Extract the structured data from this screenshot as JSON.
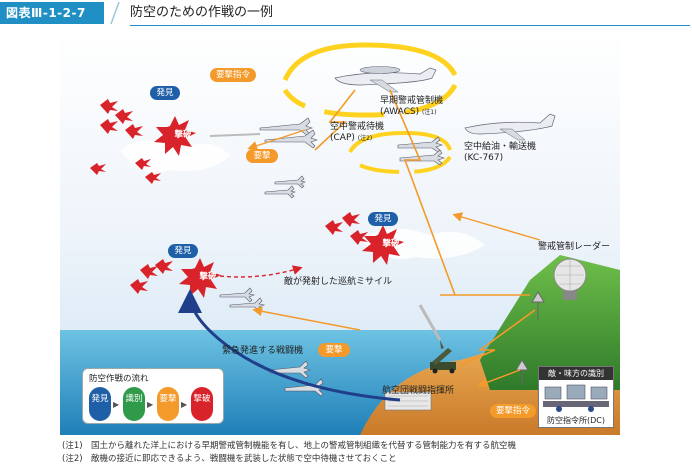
{
  "header": {
    "figure_number": "図表Ⅲ-1-2-7",
    "title": "防空のための作戦の一例"
  },
  "labels": {
    "awacs_line1": "早期警戒管制機",
    "awacs_line2": "(AWACS)",
    "awacs_note_mark": "(注1)",
    "cap_line1": "空中警戒待機",
    "cap_line2": "(CAP)",
    "cap_note_mark": "(注2)",
    "tanker_line1": "空中給油・輸送機",
    "tanker_line2": "(KC-767)",
    "radar": "警戒管制レーダー",
    "cruise_missile": "敵が発射した巡航ミサイル",
    "scramble": "緊急発進する戦闘機",
    "air_wing_hq": "航空団戦闘指揮所"
  },
  "badges": {
    "intercept_order_top": "要撃指令",
    "intercept_order_bottom": "要撃指令",
    "intercept_mid": "要撃",
    "intercept_low": "要撃",
    "detect_1": "発見",
    "detect_2": "発見",
    "detect_3": "発見"
  },
  "bursts": {
    "destroy_1": "撃破",
    "destroy_2": "撃破",
    "destroy_3": "撃破"
  },
  "flow": {
    "title": "防空作戦の流れ",
    "steps": [
      "発見",
      "識別",
      "要撃",
      "撃破"
    ]
  },
  "dc": {
    "heading": "敵・味方の識別",
    "label": "防空指令所(DC)"
  },
  "notes": [
    "(注1)　国土から離れた洋上における早期警戒管制機能を有し、地上の警戒管制組織を代替する管制能力を有する航空機",
    "(注2)　敵機の接近に即応できるよう、戦闘機を武装した状態で空中待機させておくこと"
  ],
  "colors": {
    "accent_blue": "#1f8fc4",
    "badge_orange": "#f39a2a",
    "badge_blue": "#1f5fa8",
    "enemy_red": "#d9232a",
    "flow_detect": "#1f5fa8",
    "flow_identify": "#2f9a4a",
    "flow_intercept": "#f39a2a",
    "flow_destroy": "#d9232a"
  }
}
